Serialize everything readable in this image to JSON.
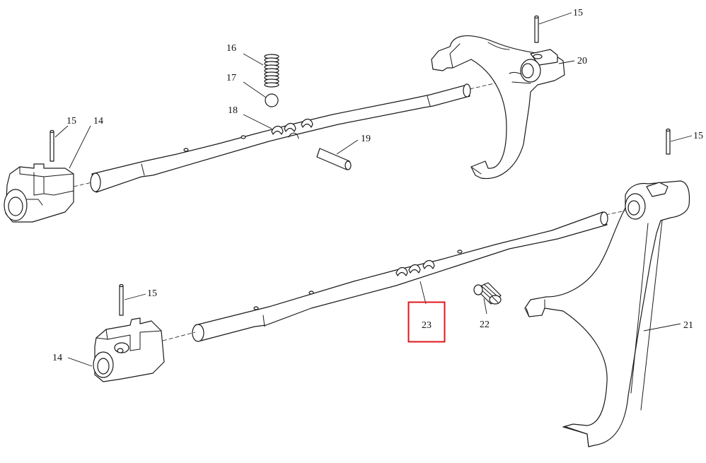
{
  "diagram": {
    "callouts": {
      "c14_top": "14",
      "c15_top_left": "15",
      "c16": "16",
      "c17": "17",
      "c18": "18",
      "c19": "19",
      "c15_top_right": "15",
      "c20": "20",
      "c15_right": "15",
      "c21": "21",
      "c15_bottom_left": "15",
      "c14_bottom": "14",
      "c22": "22",
      "c23": "23"
    },
    "highlighted_callout": "23",
    "highlight_color": "#e0151b",
    "line_color": "#1a1a1a"
  }
}
